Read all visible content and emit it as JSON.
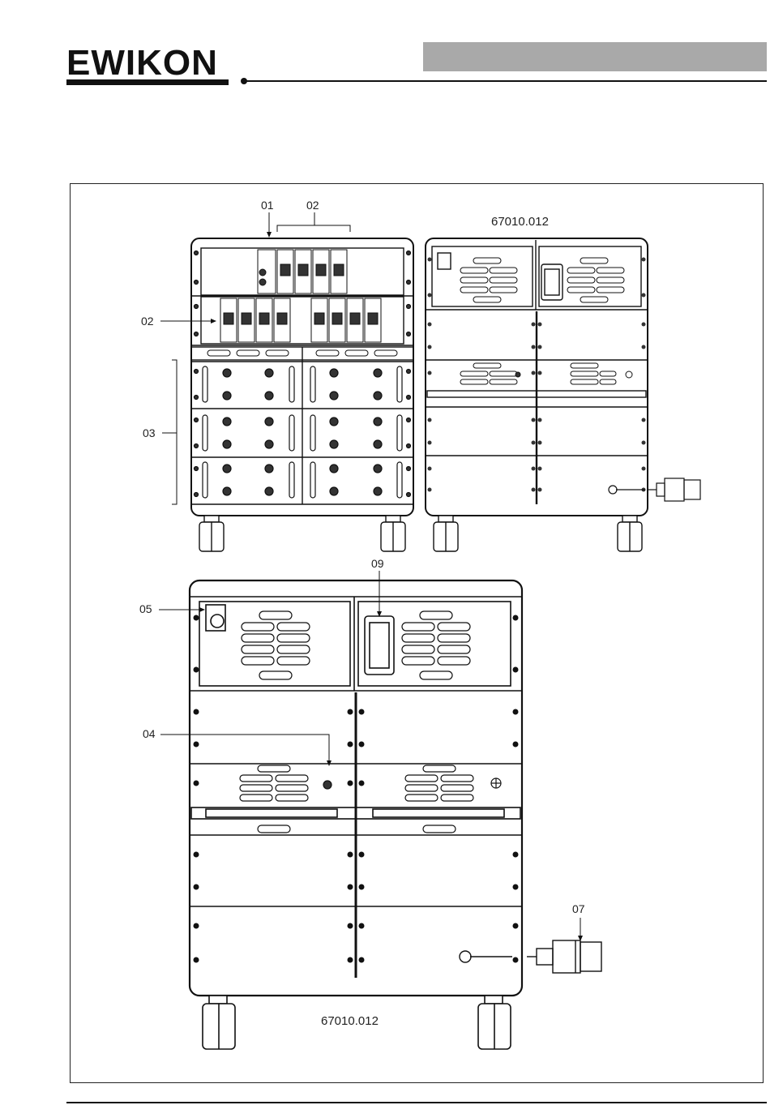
{
  "header": {
    "logo_text": "EWIKON"
  },
  "diagram": {
    "callouts": {
      "c01": "01",
      "c02_top": "02",
      "c02_left": "02",
      "c03": "03",
      "c04": "04",
      "c05": "05",
      "c07": "07",
      "c09": "09"
    },
    "model_top": "67010.012",
    "model_bottom": "67010.012"
  }
}
